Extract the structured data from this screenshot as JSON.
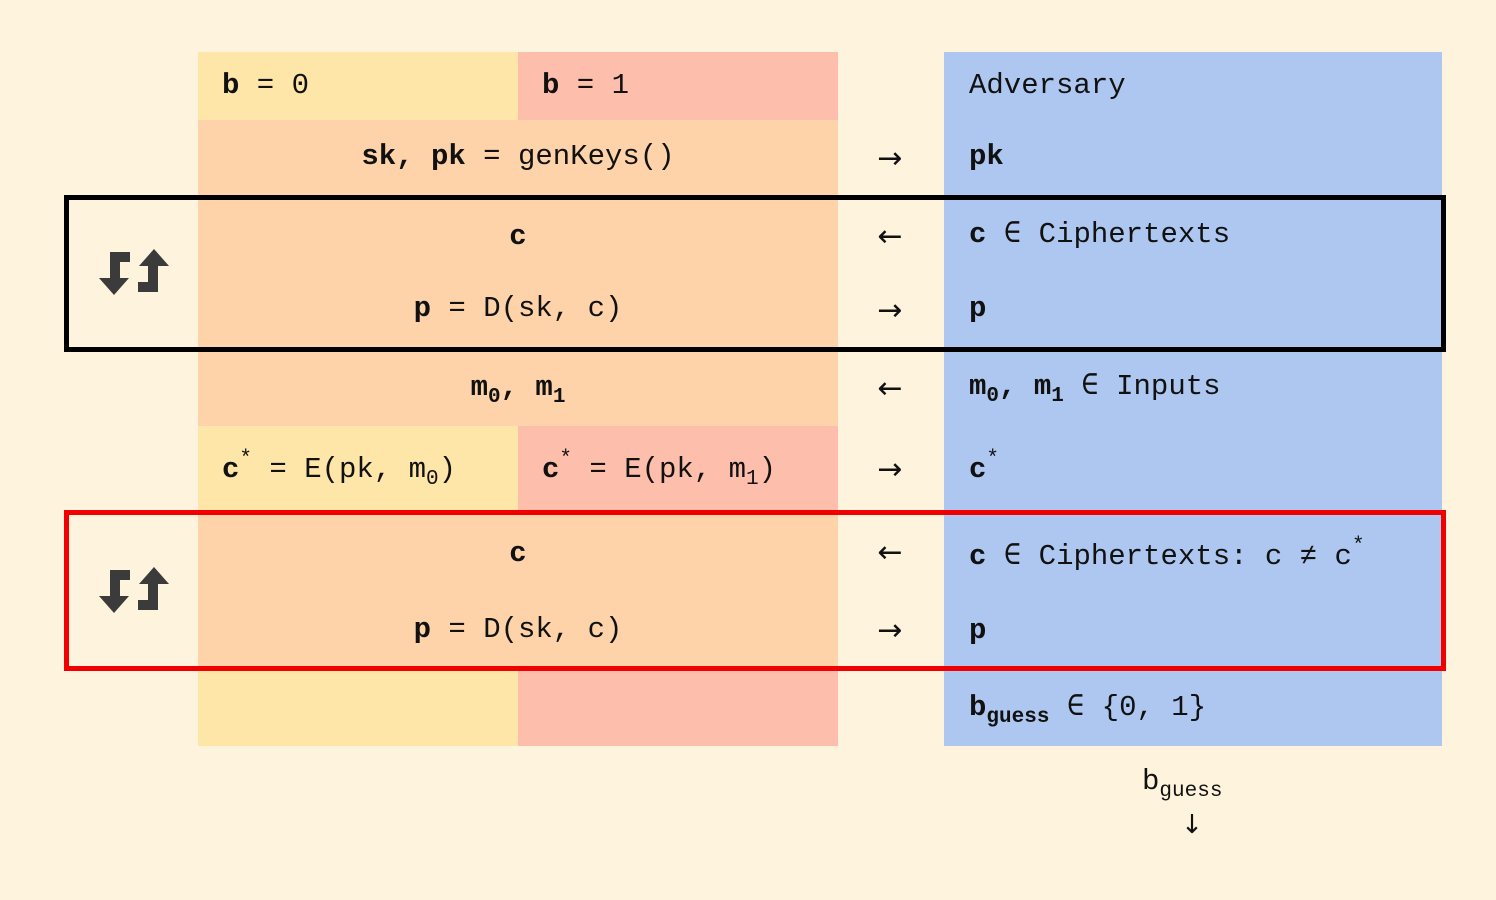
{
  "colors": {
    "background": "#fef3dd",
    "world0": "#fee5a8",
    "world1": "#fdbfac",
    "shared": "#fed3aa",
    "adversary": "#adc7f0",
    "loop1_border": "#000000",
    "loop2_border": "#f00000"
  },
  "header": {
    "b0": {
      "var": "b",
      "op": " = ",
      "val": "0"
    },
    "b1": {
      "var": "b",
      "op": " = ",
      "val": "1"
    },
    "adversary": "Adversary"
  },
  "rows": {
    "keygen": {
      "vars": "sk, pk",
      "rest": " = genKeys()",
      "adv": "pk",
      "arrow": "→"
    },
    "loop1": {
      "challenger_c": "c",
      "arrow_c": "←",
      "adv_c": "c",
      "adv_c_rest": " ∈ Ciphertexts",
      "challenger_p": "p",
      "challenger_p_rest": " = D(sk, c)",
      "arrow_p": "→",
      "adv_p": "p"
    },
    "messages": {
      "m": "m",
      "sub0": "0",
      "sub1": "1",
      "sep": ", ",
      "arrow": "←",
      "adv_rest": " ∈ Inputs"
    },
    "encrypt": {
      "c": "c",
      "star": "*",
      "rest0": " = E(pk, m",
      "sub0": "0",
      "close": ")",
      "rest1": " = E(pk, m",
      "sub1": "1",
      "arrow": "→",
      "adv": "c"
    },
    "loop2": {
      "challenger_c": "c",
      "arrow_c": "←",
      "adv_c": "c",
      "adv_c_rest": " ∈ Ciphertexts: c ≠ c",
      "star": "*",
      "challenger_p": "p",
      "challenger_p_rest": " = D(sk, c)",
      "arrow_p": "→",
      "adv_p": "p"
    },
    "guess": {
      "b": "b",
      "sub": "guess",
      "rest": " ∈ {0, 1}"
    }
  },
  "output": {
    "b": "b",
    "sub": "guess",
    "arrow": "↓"
  },
  "icons": {
    "loop1": "repeat-icon",
    "loop2": "repeat-icon"
  }
}
